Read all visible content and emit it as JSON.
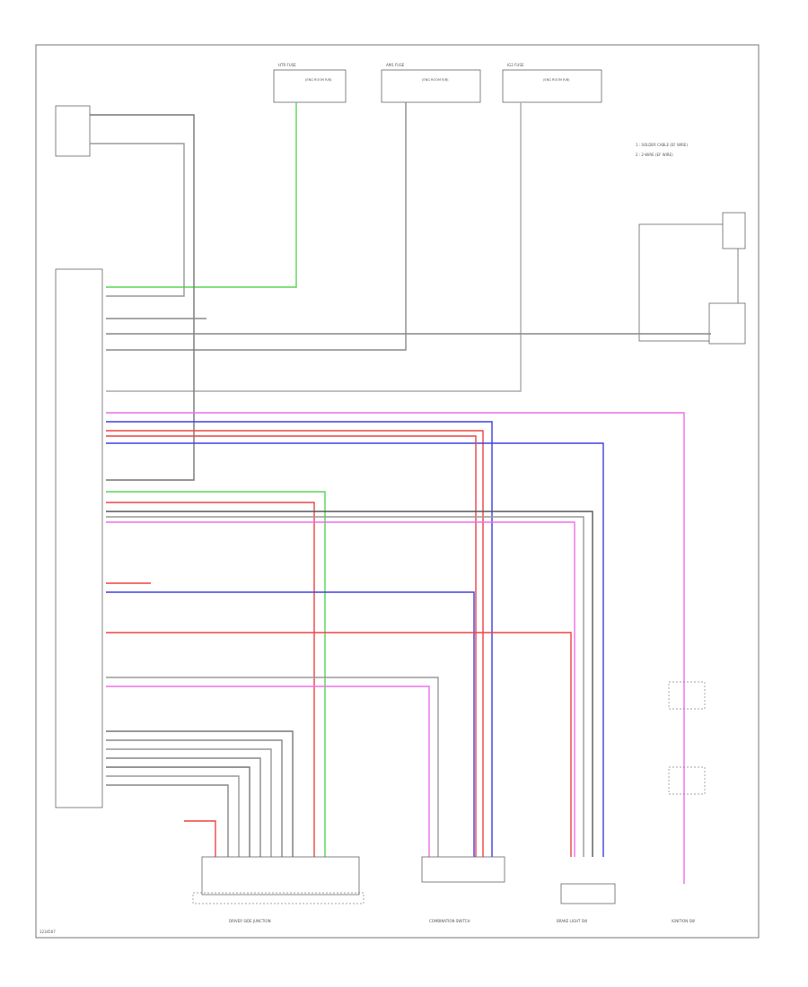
{
  "colors": {
    "green": "#59d659",
    "gray": "#8c8c8c",
    "darkgray": "#555555",
    "pink": "#ee6ee8",
    "red": "#ee4444",
    "blue": "#4040e0",
    "lightgray": "#bdbdbd",
    "black": "#222222"
  },
  "labels": {
    "fuse_left_top": "HTR FUSE",
    "fuse_left_bot": "(ENG ROOM R/B)",
    "fuse_mid_top": "AM1 FUSE",
    "fuse_mid_bot": "(ENG ROOM R/B)",
    "fuse_right_top": "IG2 FUSE",
    "fuse_right_bot": "(ENG ROOM R/B)",
    "legend_1": "1  : SOLDER CABLE (EF WIRE)",
    "legend_2": "2  : 2-WIRE (EF WIRE)",
    "page_code": "1234567",
    "bottom_left": "DRIVER SIDE JUNCTION",
    "bottom_mid": "COMBINATION SWITCH",
    "bottom_right": "BRAKE LIGHT SW",
    "bottom_far": "IGNITION SW"
  }
}
